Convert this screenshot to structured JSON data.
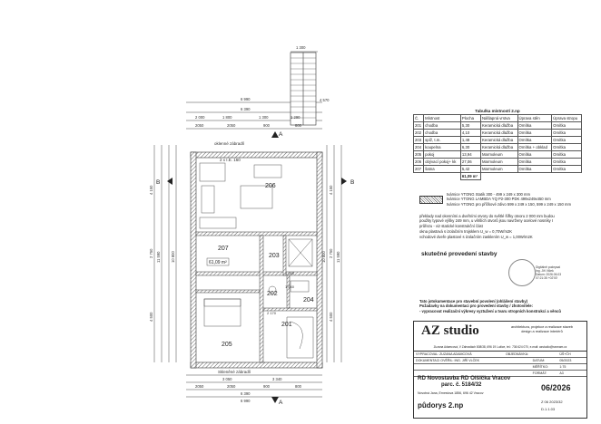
{
  "plan": {
    "rooms": [
      {
        "id": "206",
        "label": "206"
      },
      {
        "id": "207",
        "label": "207"
      },
      {
        "id": "203",
        "label": "203"
      },
      {
        "id": "202",
        "label": "202"
      },
      {
        "id": "204",
        "label": "204"
      },
      {
        "id": "201",
        "label": "201"
      },
      {
        "id": "205",
        "label": "205"
      }
    ],
    "area_label": "61,09 m²",
    "section_a": "A",
    "section_b": "B",
    "note_window_top": "oklenné zábradlí",
    "note_window_bottom": "Skleněné zábradlí",
    "note_window_top_size": "2 x I.E. 160",
    "dims_top_total": "6 990",
    "dims_top_inner": "6 390",
    "dims_top_parts": [
      "2 000",
      "1 800",
      "1 300",
      "1 290"
    ],
    "dims_top_sub": [
      "2050",
      "2050",
      "900",
      "800"
    ],
    "dims_bottom_total": "6 990",
    "dims_bottom_inner": "6 390",
    "dims_bottom_parts": [
      "3 050",
      "3 340"
    ],
    "dims_bottom_sub": [
      "2050",
      "2050",
      "900",
      "800"
    ],
    "dims_left": [
      "4 150",
      "2 750",
      "4 500",
      "11 590",
      "10 800"
    ],
    "dims_right": [
      "4 150",
      "2 750",
      "4 500",
      "11 590",
      "10 800"
    ],
    "stair_dims": [
      "1 300",
      "4 570"
    ],
    "dims_misc": [
      "1 040",
      "1 040",
      "2 170"
    ]
  },
  "table": {
    "caption": "Tabulka místností 2.np",
    "headers": [
      "Č.",
      "Místnost",
      "Plocha",
      "Nášlapná vrstva",
      "Úprava stěn",
      "Úprava stropu"
    ],
    "rows": [
      [
        "201",
        "chodba",
        "5,30",
        "Keramická dlažba",
        "Omítka",
        "Omítka"
      ],
      [
        "202",
        "chodba",
        "4,10",
        "Keramická dlažba",
        "Omítka",
        "Omítka"
      ],
      [
        "203",
        "spíž, t.m.",
        "1,48",
        "Keramická dlažba",
        "Omítka",
        "Omítka"
      ],
      [
        "204",
        "koupelna",
        "6,30",
        "Keramická dlažba",
        "Omítka + obklad",
        "Omítka"
      ],
      [
        "205",
        "pokoj",
        "13,94",
        "Marmoleum",
        "Omítka",
        "Omítka"
      ],
      [
        "206",
        "obývací pokoj+ kk",
        "27,06",
        "Marmoleum",
        "Omítka",
        "Omítka"
      ],
      [
        "207",
        "šatna",
        "5,42",
        "Marmoleum",
        "Omítka",
        "Omítka"
      ]
    ],
    "total": "61,09 m²"
  },
  "legend": [
    "tvárnice YTONG Statik 300 - 499 x 249 x 300 mm",
    "tvárnice YTONG LAMBDA YQ P2-300 PDK 499x249x450 mm",
    "tvárnice YTONG pro příčkové zdivo 599 x 249 x 150, 599 x 249 x 150 mm"
  ],
  "notes": [
    "překlady nad okenními a dveřními otvory do světlé šířky otvoru 2 000 mm budou",
    "použity typové  výšky 249 mm, u větších otvorů jsou navrženy ocelové nosníky I",
    "průřezu - viz statické konstrukční část",
    "okna plastová s izolačním trojsklem U_w = 0,70W/m2K",
    "vchodové dveře plastové s izolačním zasklením U_w = 1,00W/m2K"
  ],
  "stamp_text": "skutečné provedení stavby",
  "signature_note": "Digitálně podepsal\nIng. Jiří Vlček\nDatum: 2026.06.03\n07:21:35 +02'00'",
  "permit_notes": [
    "Tato jotokumentace pro stavební povolení (ohlášení stavby)",
    "Požadavky na dokumentaci pro provedení stavby / zhotovitele:",
    "- vypracovat realizační výkresy vyztužení a tvaru stropních konstrukcí a věnců"
  ],
  "title_block": {
    "logo": "AZ studio",
    "company_tagline": "architektura, projekce a realizace staveb\ndesign a realizace interiérů",
    "company_address": "Zuzana Adamcová, V Zahradách 808/38, 696 19 Lužice, tel.: 736 624 070, e-mail: azstudio@seznam.cz",
    "rows": [
      [
        "VYPRACOVAL: ZUZANA ADAMCOVÁ",
        "OBJEDNÁVKA:",
        "",
        "ÚŠ+ČH"
      ],
      [
        "DOKUMENTACI OVĚŘIL: ING. JIŘÍ VLČEK",
        "",
        "DATUM:",
        "05/2023"
      ],
      [
        "",
        "",
        "MĚŘÍTKO:",
        "1:75"
      ],
      [
        "",
        "",
        "FORMÁT:",
        "A3"
      ]
    ],
    "project_title": "RD Novostavba RD Olšička Vracov",
    "parcel": "parc. č. 5184/32",
    "address": "Novotná Jana, Ernestova 1856, 696 42 Vracov",
    "drawing_title": "půdorys 2.np",
    "date_code": "06/2026",
    "drawing_number": "Z 06 2023/32",
    "sheet": "D.1.1.03",
    "left_label_top": "Z 06 2023/32",
    "left_label_bottom": "D.1.1.03"
  }
}
